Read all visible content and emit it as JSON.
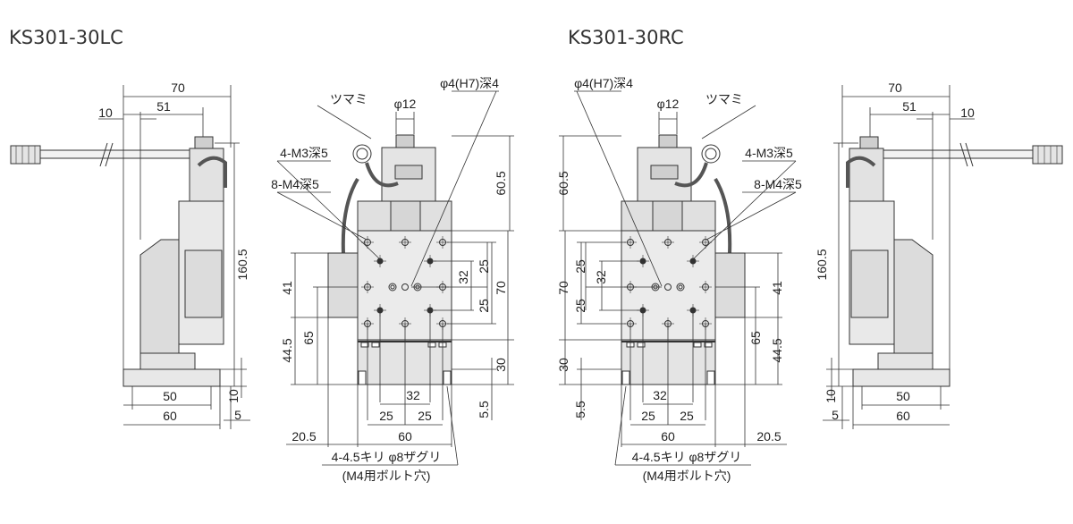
{
  "left": {
    "title": "KS301-30LC",
    "labels": {
      "side_70": "70",
      "side_51": "51",
      "side_10": "10",
      "side_160_5": "160.5",
      "side_50": "50",
      "side_60": "60",
      "side_10b": "10",
      "side_5": "5",
      "knob": "ツマミ",
      "phi12": "φ12",
      "phi4": "φ4(H7)深4",
      "m3": "4-M3深5",
      "m4": "8-M4深5",
      "d60_5": "60.5",
      "d70": "70",
      "d25a": "25",
      "d32": "32",
      "d25b": "25",
      "d41": "41",
      "d65": "65",
      "d44_5": "44.5",
      "d30": "30",
      "d5_5": "5.5",
      "d32b": "32",
      "d25c": "25",
      "d25d": "25",
      "d60": "60",
      "d20_5": "20.5",
      "note1": "4-4.5キリ φ8ザグリ",
      "note2": "(M4用ボルト穴)"
    }
  },
  "right": {
    "title": "KS301-30RC",
    "labels": {
      "side_70": "70",
      "side_51": "51",
      "side_10": "10",
      "side_160_5": "160.5",
      "side_50": "50",
      "side_60": "60",
      "side_10b": "10",
      "side_5": "5",
      "knob": "ツマミ",
      "phi12": "φ12",
      "phi4": "φ4(H7)深4",
      "m3": "4-M3深5",
      "m4": "8-M4深5",
      "d60_5": "60.5",
      "d70": "70",
      "d25a": "25",
      "d32": "32",
      "d25b": "25",
      "d41": "41",
      "d65": "65",
      "d44_5": "44.5",
      "d30": "30",
      "d5_5": "5.5",
      "d32b": "32",
      "d25c": "25",
      "d25d": "25",
      "d60": "60",
      "d20_5": "20.5",
      "note1": "4-4.5キリ φ8ザグリ",
      "note2": "(M4用ボルト穴)"
    }
  }
}
